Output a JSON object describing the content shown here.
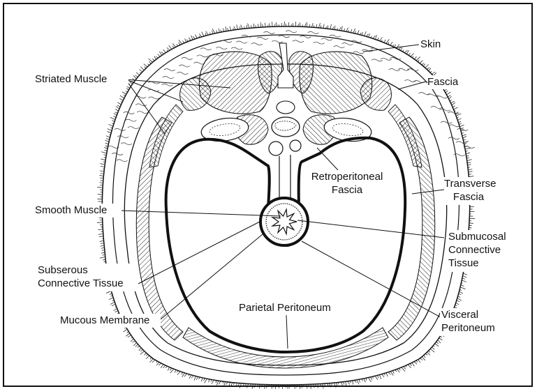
{
  "labels": {
    "skin": "Skin",
    "fascia": "Fascia",
    "striated_muscle": "Striated Muscle",
    "retroperitoneal_fascia": [
      "Retroperitoneal",
      "Fascia"
    ],
    "transverse_fascia": [
      "Transverse",
      "Fascia"
    ],
    "smooth_muscle": "Smooth Muscle",
    "submucosal_connective_tissue": [
      "Submucosal",
      "Connective",
      "Tissue"
    ],
    "subserous_connective_tissue": [
      "Subserous",
      "Connective Tissue"
    ],
    "mucous_membrane": "Mucous Membrane",
    "parietal_peritoneum": "Parietal Peritoneum",
    "visceral_peritoneum": [
      "Visceral",
      "Peritoneum"
    ]
  },
  "colors": {
    "ink": "#111111",
    "paper": "#ffffff"
  }
}
